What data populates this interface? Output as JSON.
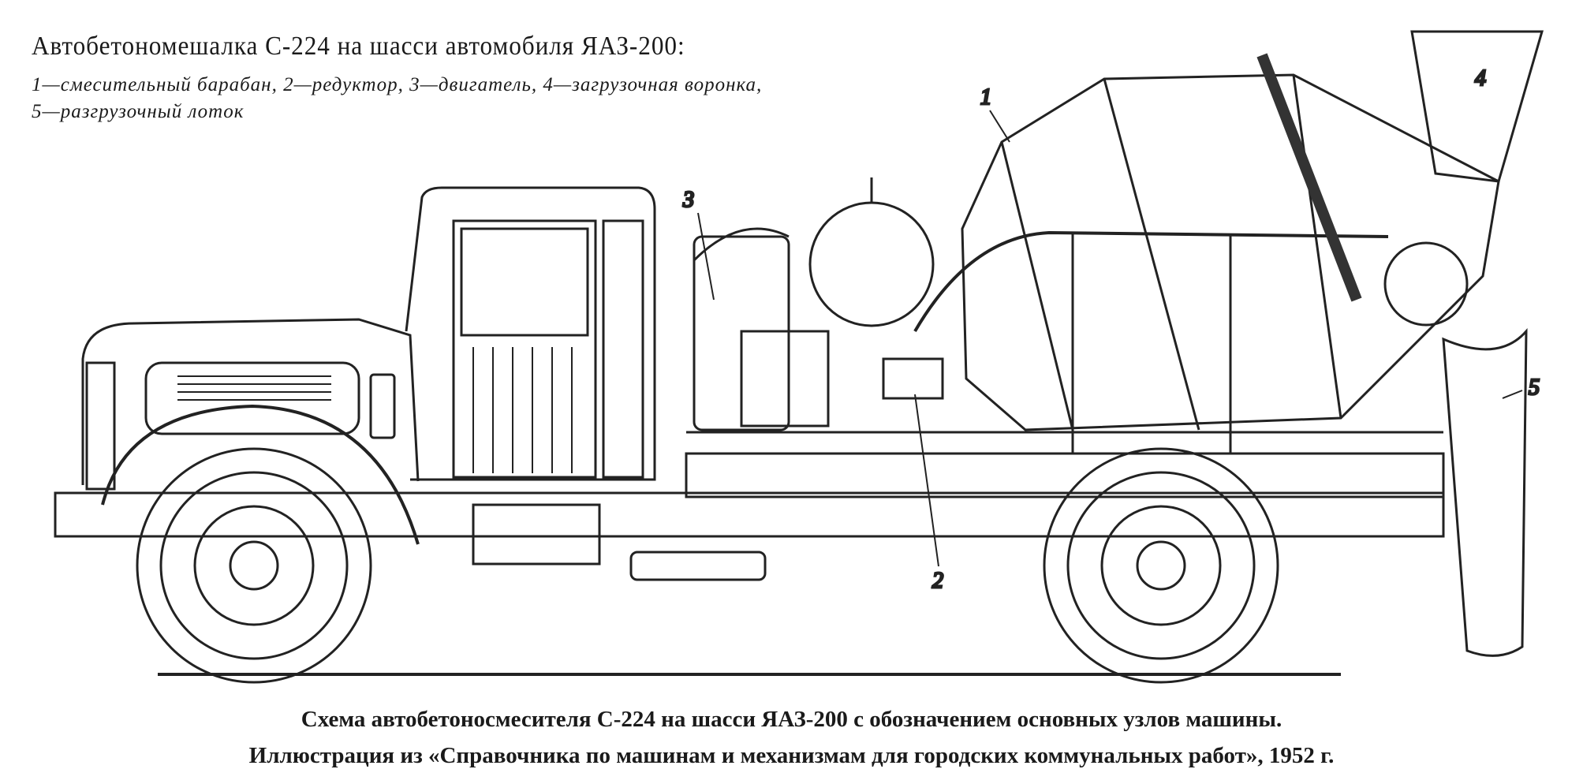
{
  "drawing": {
    "title": "Автобетономешалка С-224 на шасси автомобиля ЯАЗ-200:",
    "legend_line1": "1—смесительный барабан, 2—редуктор, 3—двигатель, 4—загрузочная воронка,",
    "legend_line2": "5—разгрузочный лоток",
    "callouts": [
      "1",
      "2",
      "3",
      "4",
      "5"
    ]
  },
  "caption": {
    "line1": "Схема автобетоносмесителя С-224 на шасси ЯАЗ-200 с обозначением основных узлов машины.",
    "line2": "Иллюстрация из «Справочника по машинам и механизмам для городских коммунальных работ», 1952 г."
  }
}
